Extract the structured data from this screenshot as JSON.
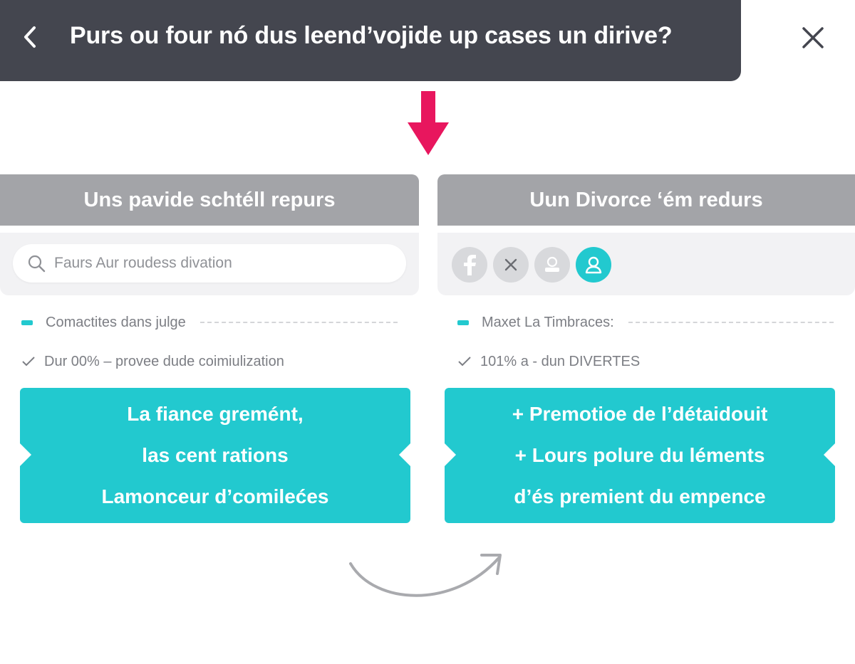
{
  "header": {
    "title": "Purs ou four nó dus leend’vojide up cases un dirive?",
    "back_icon": "chevron-left-icon",
    "close_icon": "close-icon",
    "background": "#44464f"
  },
  "accent_colors": {
    "arrow": "#e8165e",
    "teal": "#22c9cf",
    "panel_header": "#a3a4a8"
  },
  "left_panel": {
    "title": "Uns pavide schtéll repurs",
    "search_placeholder": "Faurs Aur roudess divation",
    "meta_line": "Comactites dans julge",
    "check_line": "Dur 00% – provee dude coimiulization",
    "cta_lines": [
      "La fiance gremént,",
      "las cent rations",
      "Lamonceur d’comilećes"
    ]
  },
  "right_panel": {
    "title": "Uun Divorce ‘ém redurs",
    "social_icons": [
      "facebook-icon",
      "x-icon",
      "badge-icon",
      "user-icon"
    ],
    "meta_line": "Maxet La Timbraces:",
    "check_line": "101% a - dun DIVERTES",
    "cta_lines": [
      "+ Premotioe de l’détaidouit",
      "+ Lours polure du léments",
      "d’és premient du empence"
    ]
  }
}
